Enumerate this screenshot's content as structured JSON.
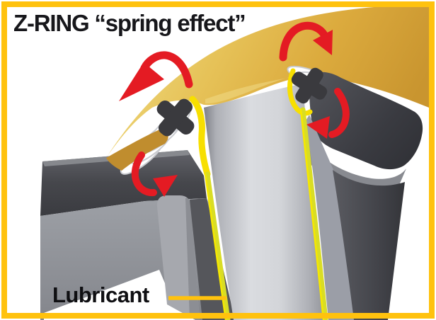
{
  "title": "Z-RING “spring effect”",
  "labels": {
    "lubricant": "Lubricant"
  },
  "colors": {
    "background": "#FFFFFF",
    "frame_border": "#FFC20E",
    "title_color": "#17171B",
    "ring_gold": "#DFAE3C",
    "ring_gold_highlight": "#F0DC82",
    "ring_underside": "#C08D2E",
    "arrow_red": "#E41B23",
    "seal_dark": "#3A3A3E",
    "spring_white": "#FFFFFF",
    "shaft_gray": "#D3D5D9",
    "housing_dark": "#46474C",
    "lubricant_film_yellow": "#F7DF00",
    "lubricant_film_green": "#D9DD25",
    "leader_line": "#FFC20E",
    "label_color": "#0F0F12"
  },
  "icons": {
    "rotation_arrows": [
      "rotation-arrow-top-left",
      "rotation-arrow-top-right",
      "rotation-arrow-mid-left",
      "rotation-arrow-mid-right"
    ]
  },
  "diagram": {
    "components": [
      "flange-ring",
      "z-ring-seal-left",
      "z-ring-seal-right",
      "spring-coils-left",
      "spring-coils-right",
      "shaft",
      "housing-left",
      "housing-right",
      "lubricant-film"
    ]
  }
}
